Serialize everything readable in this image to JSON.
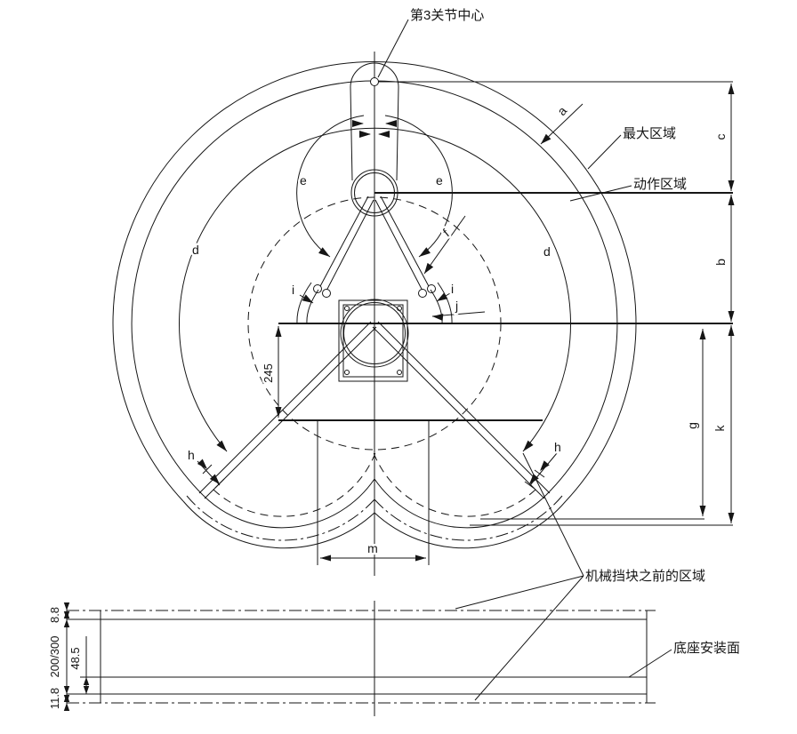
{
  "annotations": {
    "joint3_center": "第3关节中心",
    "max_area": "最大区域",
    "motion_area": "动作区域",
    "area_before_mech_stop": "机械挡块之前的区域",
    "base_mount_surface": "底座安装面"
  },
  "dim_letters": {
    "a": "a",
    "b": "b",
    "c": "c",
    "d": "d",
    "e": "e",
    "f": "f",
    "g": "g",
    "h": "h",
    "i": "i",
    "j": "j",
    "k": "k",
    "m": "m"
  },
  "dim_values": {
    "front_reach": "245",
    "mount_height": "48.5",
    "top_offset": "8.8",
    "column_height": "200/300",
    "bottom_offset": "11.8"
  },
  "colors": {
    "line": "#161616",
    "background": "#ffffff"
  }
}
